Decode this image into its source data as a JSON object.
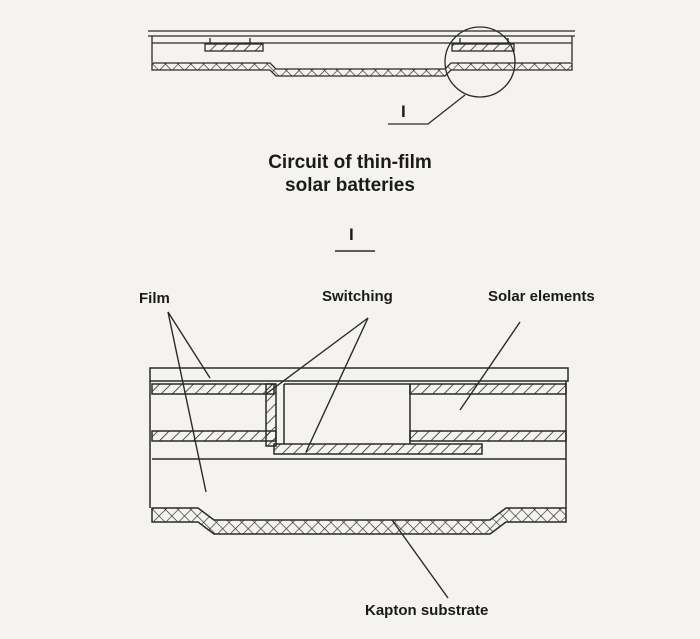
{
  "diagram": {
    "detail_marker": "I",
    "caption_line1": "Circuit of thin-film",
    "caption_line2": "solar batteries",
    "section_marker": "I",
    "labels": {
      "film": "Film",
      "switching": "Switching",
      "solar_elements": "Solar elements",
      "kapton_substrate": "Kapton substrate"
    }
  },
  "colors": {
    "ink": "#2a2a2a",
    "paper": "#f4f3ef"
  }
}
